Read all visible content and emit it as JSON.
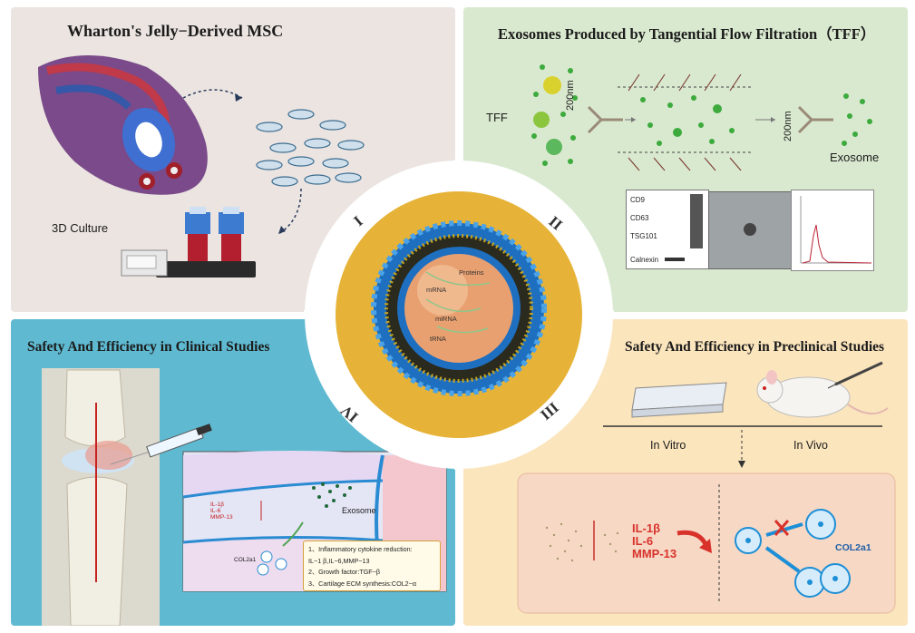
{
  "panels": {
    "msc": {
      "title": "Wharton's Jelly−Derived MSC",
      "culture_label": "3D Culture"
    },
    "tff": {
      "title": "Exosomes Produced by Tangential Flow Filtration（TFF）",
      "tff_label": "TFF",
      "pore_label_1": "200nm",
      "pore_label_2": "200nm",
      "exosome_label": "Exosome",
      "blot_markers": [
        "CD9",
        "CD63",
        "TSG101",
        "Calnexin"
      ]
    },
    "clinical": {
      "title": "Safety And Efficiency in Clinical Studies",
      "exosome_label": "Exosome",
      "col_label": "COL2a1",
      "cytokine_small": [
        "IL-1β",
        "IL-6",
        "MMP-13"
      ],
      "findings": [
        "1、Inflammatory cytokine reduction:",
        "IL−1 β,IL−6,MMP−13",
        "2、Growth factor:TGF−β",
        "3、Cartilage ECM synthesis:COL2−α"
      ]
    },
    "preclinical": {
      "title": "Safety And Efficiency in Preclinical Studies",
      "in_vitro": "In Vitro",
      "in_vivo": "In Vivo",
      "cytokines": [
        "IL-1β",
        "IL-6",
        "MMP-13"
      ],
      "col_label": "COL2a1"
    }
  },
  "center": {
    "numerals": [
      "I",
      "II",
      "III",
      "IV"
    ],
    "labels": [
      "Proteins",
      "mRNA",
      "miRNA",
      "tRNA"
    ]
  },
  "colors": {
    "msc_bg": "#ebe4e0",
    "tff_bg": "#d9e9cf",
    "clinical_bg": "#5fbad1",
    "preclinical_bg": "#fbe5bd",
    "ring": "#e6b338",
    "membrane_blue": "#1f78c8",
    "core": "#e8a070",
    "cytokine_red": "#d8322b",
    "cell_blue": "#1d8fd6"
  }
}
